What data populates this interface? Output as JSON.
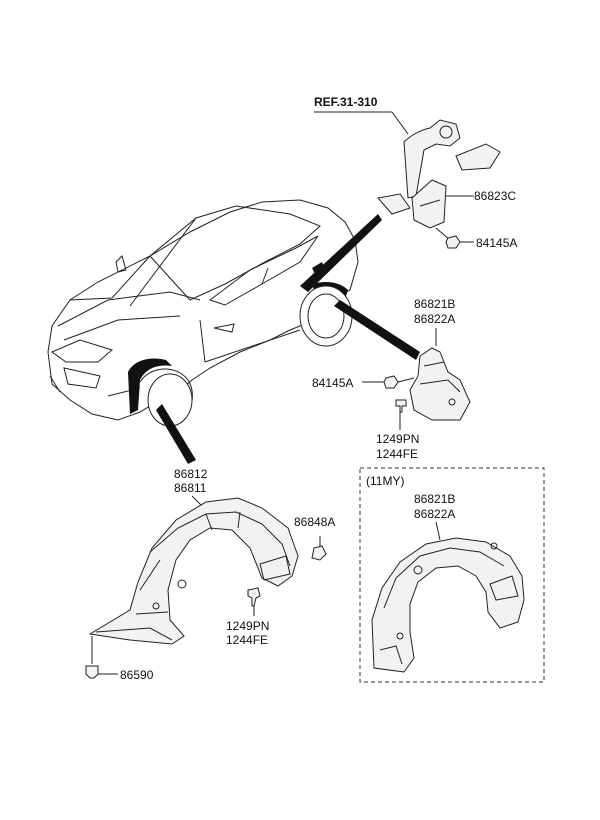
{
  "reference": "REF.31-310",
  "variant_box_label": "(11MY)",
  "callouts": {
    "p86823C": "86823C",
    "p84145A_top": "84145A",
    "p86821B_mid": "86821B",
    "p86822A_mid": "86822A",
    "p84145A_mid": "84145A",
    "p1249PN_mid": "1249PN",
    "p1244FE_mid": "1244FE",
    "p86812": "86812",
    "p86811": "86811",
    "p86848A": "86848A",
    "p1249PN_low": "1249PN",
    "p1244FE_low": "1244FE",
    "p86590": "86590",
    "p86821B_box": "86821B",
    "p86822A_box": "86822A"
  }
}
